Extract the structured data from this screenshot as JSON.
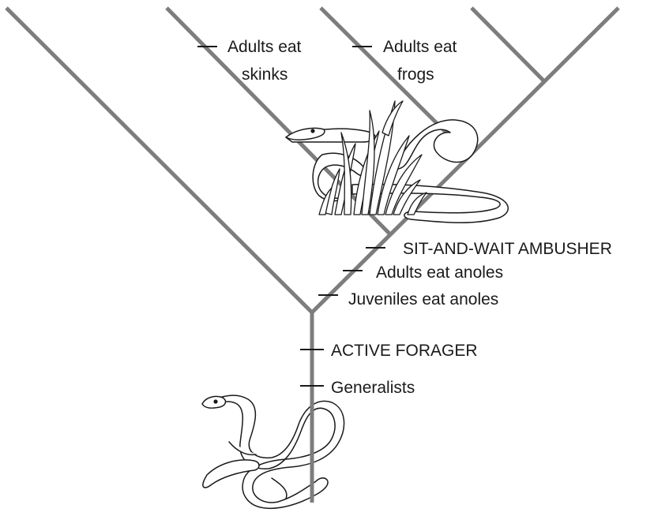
{
  "labels": {
    "skinks": [
      "Adults eat",
      "skinks"
    ],
    "frogs": [
      "Adults eat",
      "frogs"
    ],
    "ambusher": "SIT-AND-WAIT AMBUSHER",
    "adults_anoles": "Adults eat anoles",
    "juveniles_anoles": "Juveniles eat anoles",
    "forager": "ACTIVE FORAGER",
    "generalists": "Generalists"
  },
  "colors": {
    "branch": "#7d7d7d",
    "ink": "#1a1a1a",
    "background": "#ffffff"
  },
  "icons": [
    "coiled-snake-illustration",
    "grass-snake-illustration"
  ]
}
